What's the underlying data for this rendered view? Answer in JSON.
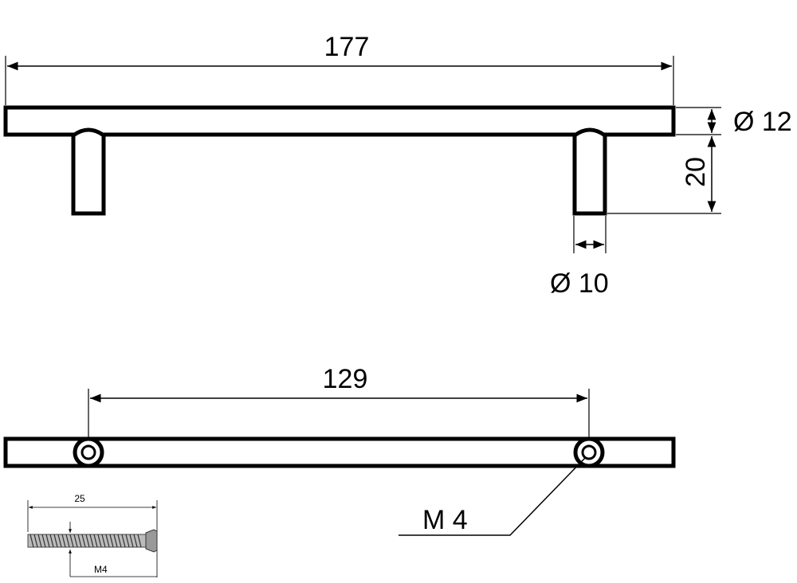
{
  "colors": {
    "ink": "#000000",
    "paper": "#ffffff",
    "screw": "#555555"
  },
  "top_view": {
    "overall_length": "177",
    "bar_diameter": "Ø 12",
    "post_height": "20",
    "post_diameter": "Ø 10"
  },
  "bottom_view": {
    "hole_spacing": "129",
    "thread_label": "M 4"
  },
  "screw": {
    "length": "25",
    "thread": "M4"
  }
}
